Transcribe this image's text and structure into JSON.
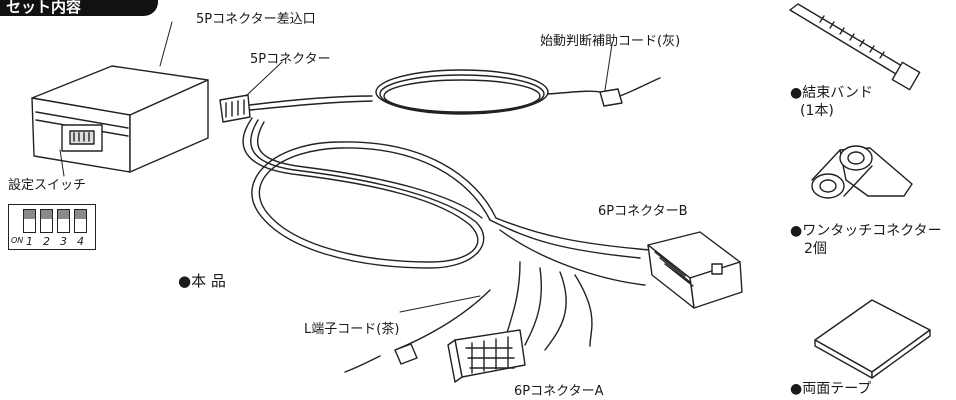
{
  "header": {
    "tab_label": "セット内容"
  },
  "main_unit": {
    "label": "●本 品",
    "callouts": {
      "port": "5Pコネクター差込口",
      "connector_5p": "5Pコネクター",
      "gray_cord": "始動判断補助コード(灰)",
      "setting_switch": "設定スイッチ",
      "connector_b": "6PコネクターB",
      "connector_a": "6PコネクターA",
      "l_terminal": "L端子コード(茶)"
    }
  },
  "dip_switch": {
    "on_label": "ON",
    "numbers": [
      "1",
      "2",
      "3",
      "4"
    ]
  },
  "accessories": {
    "cable_tie": {
      "line1": "●結束バンド",
      "line2": "(1本)"
    },
    "one_touch": {
      "line1": "●ワンタッチコネクター",
      "line2": "2個"
    },
    "tape": {
      "line1": "●両面テープ"
    }
  }
}
